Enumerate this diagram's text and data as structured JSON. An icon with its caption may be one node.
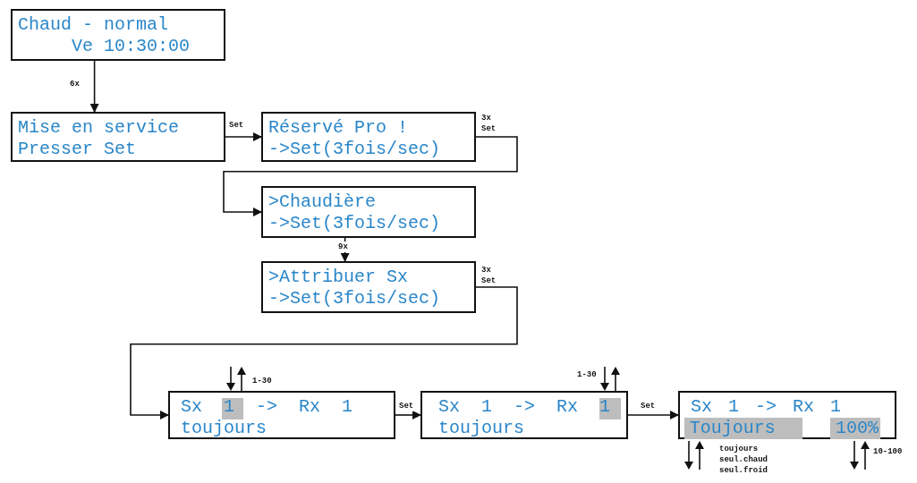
{
  "diagram": {
    "nodes": [
      {
        "text": [
          "Chaud - normal",
          "Ve 10:30:00"
        ]
      },
      {
        "text": [
          "Mise en service",
          "Presser Set"
        ]
      },
      {
        "text": [
          "Réservé Pro !",
          "->Set(3fois/sec)"
        ]
      },
      {
        "text": [
          ">Chaudière",
          "->Set(3fois/sec)"
        ]
      },
      {
        "text": [
          ">Attribuer Sx",
          "->Set(3fois/sec)"
        ]
      },
      {
        "text": [
          "Sx 1 -> Rx 1",
          "toujours"
        ]
      },
      {
        "text": [
          "Sx 1 -> Rx 1",
          "toujours"
        ]
      },
      {
        "text": [
          "Sx 1 -> Rx 1",
          "Toujours",
          "100%"
        ]
      }
    ],
    "edges": [
      {
        "from": 0,
        "to": 1,
        "arrow": "to",
        "label": "6x"
      },
      {
        "from": 1,
        "to": 2,
        "arrow": "to",
        "label": "Set"
      },
      {
        "from": 2,
        "to": 3,
        "arrow": "to",
        "label": "3x Set"
      },
      {
        "from": 3,
        "to": 4,
        "arrow": "to",
        "label": "9x"
      },
      {
        "from": 4,
        "to": 5,
        "arrow": "to",
        "label": "3x Set"
      },
      {
        "from": 5,
        "to": 6,
        "arrow": "to",
        "label": "Set"
      },
      {
        "from": 6,
        "to": 7,
        "arrow": "to",
        "label": "Set"
      }
    ],
    "labels": [
      "1-30",
      "1-30",
      "toujours seul.chaud seul.froid",
      "10-100"
    ]
  }
}
